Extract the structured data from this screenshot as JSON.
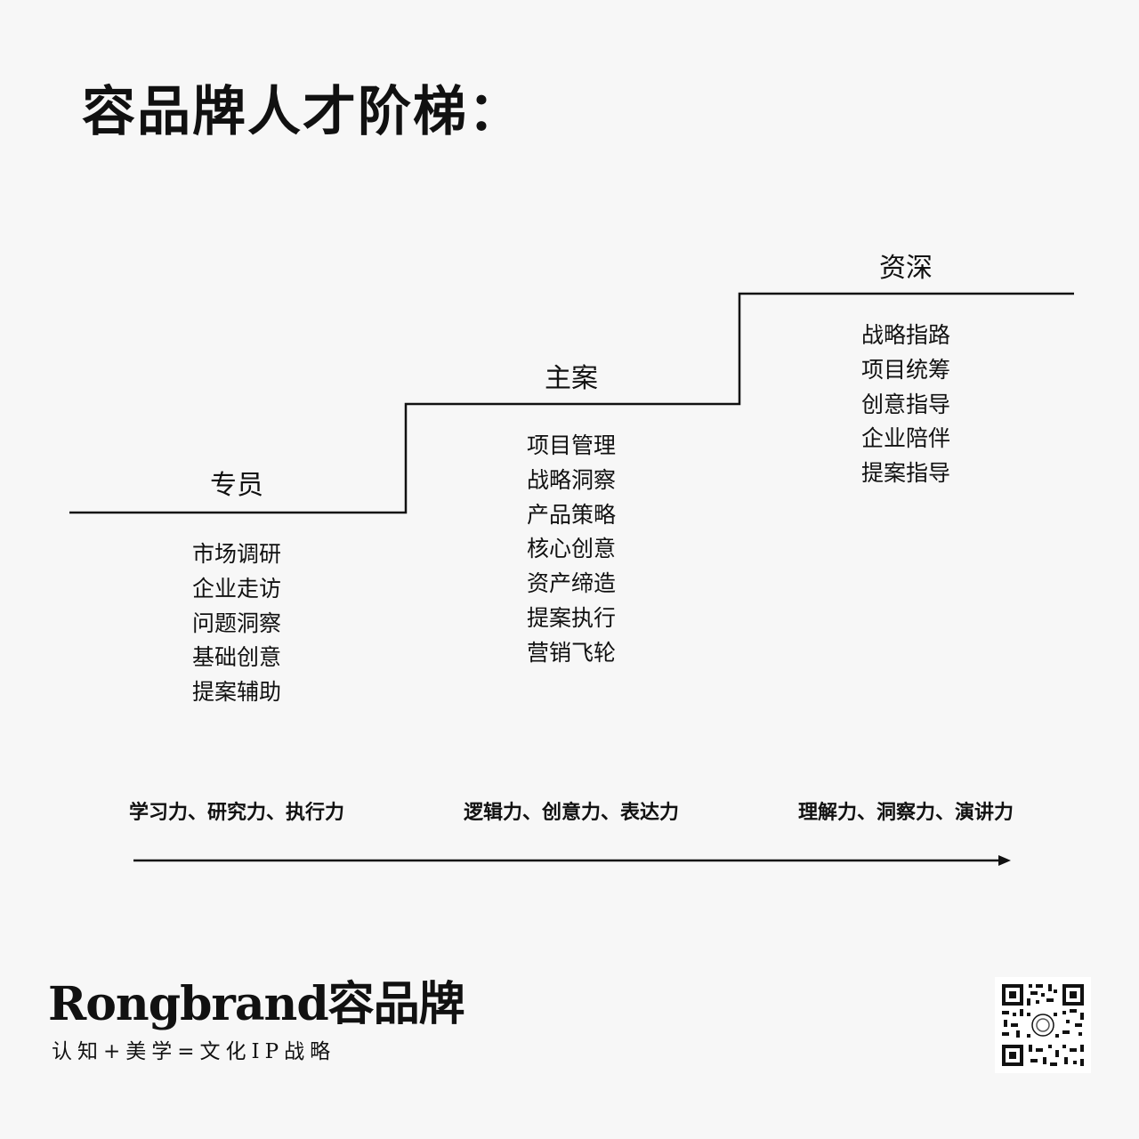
{
  "title": "容品牌人才阶梯：",
  "levels": [
    {
      "name": "专员",
      "items": [
        "市场调研",
        "企业走访",
        "问题洞察",
        "基础创意",
        "提案辅助"
      ]
    },
    {
      "name": "主案",
      "items": [
        "项目管理",
        "战略洞察",
        "产品策略",
        "核心创意",
        "资产缔造",
        "提案执行",
        "营销飞轮"
      ]
    },
    {
      "name": "资深",
      "items": [
        "战略指路",
        "项目统筹",
        "创意指导",
        "企业陪伴",
        "提案指导"
      ]
    }
  ],
  "abilities": [
    "学习力、研究力、执行力",
    "逻辑力、创意力、表达力",
    "理解力、洞察力、演讲力"
  ],
  "brand": {
    "name": "Rongbrand容品牌",
    "slogan": "认知+美学=文化IP战略"
  },
  "colors": {
    "background": "#f7f7f7",
    "ink": "#111111"
  },
  "icons": {
    "qr": "qr-code-icon"
  }
}
